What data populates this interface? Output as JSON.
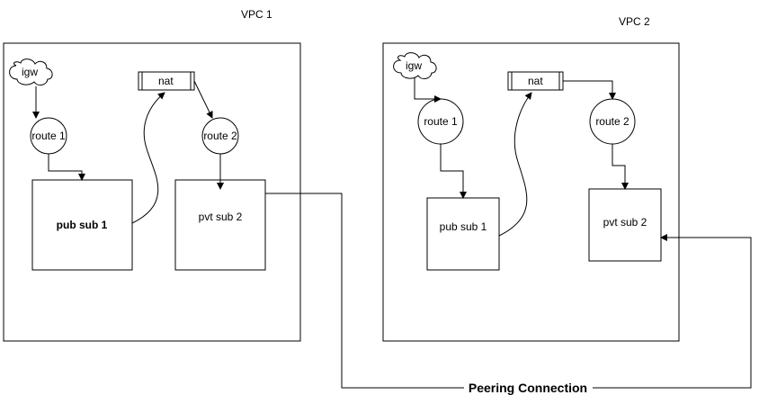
{
  "vpc1": {
    "title": "VPC 1",
    "igw": "igw",
    "nat": "nat",
    "route1": "route 1",
    "route2": "route 2",
    "pub_subnet": "pub sub 1",
    "pvt_subnet": "pvt sub 2"
  },
  "vpc2": {
    "title": "VPC 2",
    "igw": "igw",
    "nat": "nat",
    "route1": "route 1",
    "route2": "route 2",
    "pub_subnet": "pub sub 1",
    "pvt_subnet": "pvt sub 2"
  },
  "peering_label": "Peering Connection"
}
